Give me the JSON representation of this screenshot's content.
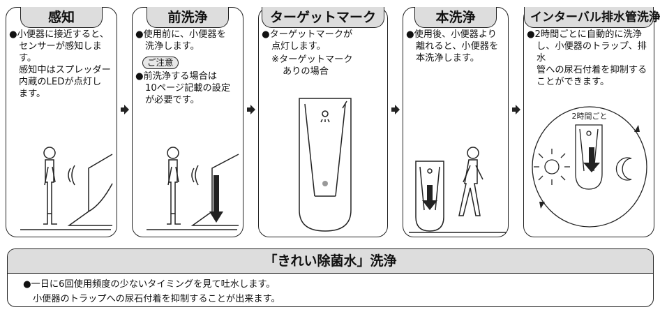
{
  "panels": [
    {
      "title": "感知",
      "lines": [
        "●小便器に接近すると、",
        "センサーが感知しま",
        "す。",
        "感知中はスプレッダー",
        "内蔵のLEDが点灯し",
        "ます。"
      ]
    },
    {
      "title": "前洗浄",
      "lines_a": [
        "●使用前に、小便器を",
        "洗浄します。"
      ],
      "caution": "ご注意",
      "lines_b": [
        "●前洗浄する場合は",
        "10ページ記載の設定",
        "が必要です。"
      ]
    },
    {
      "title": "ターゲットマーク",
      "lines": [
        "●ターゲットマークが",
        "点灯します。",
        "※ターゲットマーク",
        "ありの場合"
      ]
    },
    {
      "title": "本洗浄",
      "lines": [
        "●使用後、小便器より",
        "離れると、小便器を",
        "本洗浄します。"
      ]
    },
    {
      "title": "インターバル排水管洗浄",
      "lines": [
        "●2時間ごとに自動的に洗浄",
        "し、小便器のトラップ、排水",
        "管への尿石付着を抑制する",
        "ことができます。"
      ],
      "cycle_label": "2時間ごと"
    }
  ],
  "bottom": {
    "title": "「きれい除菌水」洗浄",
    "line1": "●一日に6回使用頻度の少ないタイミングを見て吐水します。",
    "line2": "小便器のトラップへの尿石付着を抑制することが出来ます。"
  }
}
